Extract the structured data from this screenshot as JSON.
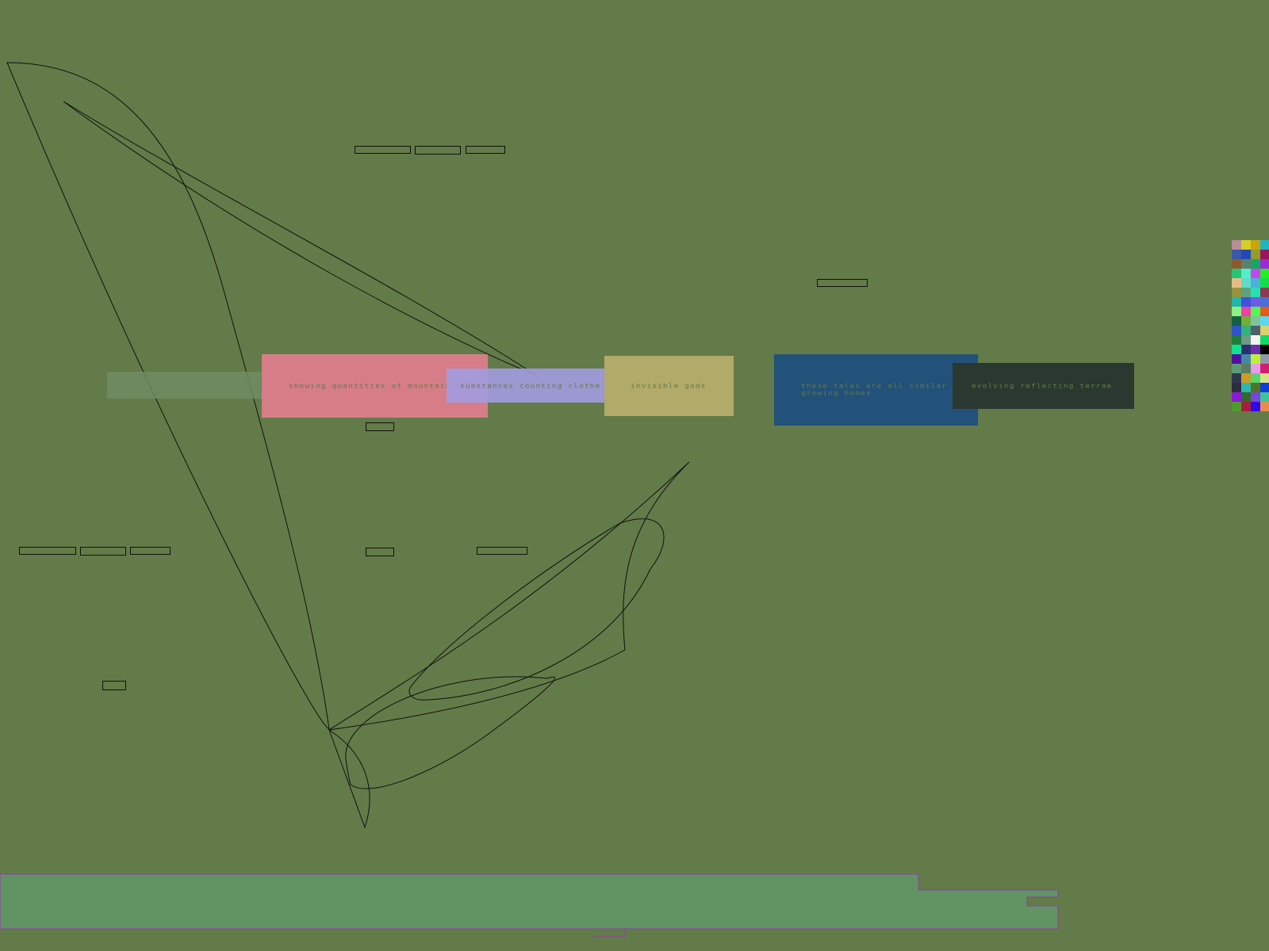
{
  "colors": {
    "background": "#637b48",
    "footer": "#629363",
    "footer_stroke": "#8f3eb0",
    "line": "#111111"
  },
  "labels": {
    "pink_text": "showing quantities of mountains",
    "violet_text": "substances counting clothe",
    "yellow_text": "invisible gods",
    "blue_text": "these tales are all similar\ngrowing bones",
    "dark_text": "evolving reflecting terrae"
  },
  "palette": [
    "#b98d9a",
    "#d6cf26",
    "#c8a40d",
    "#20b4c2",
    "#3b57a9",
    "#2448b9",
    "#939e28",
    "#9a1560",
    "#8d5b2b",
    "#5c816c",
    "#16a862",
    "#9f29d8",
    "#25c579",
    "#58ebc7",
    "#c547eb",
    "#24ef21",
    "#e4bd86",
    "#60dbc6",
    "#4bb0d9",
    "#15dc49",
    "#93953e",
    "#5ea27e",
    "#22e1b4",
    "#8a3b53",
    "#22b5a8",
    "#3f52de",
    "#6b5ce2",
    "#4a6fd6",
    "#8ff083",
    "#f141a3",
    "#4ff84f",
    "#e45a19",
    "#155f44",
    "#6fb036",
    "#7fc49d",
    "#5cd7f0",
    "#2e55c7",
    "#35b17a",
    "#4d606b",
    "#d8d36b",
    "#1f7b3b",
    "#6c9b86",
    "#f5f5f0",
    "#0eda67",
    "#10e090",
    "#2b2f72",
    "#6c2db1",
    "#000000",
    "#4c119d",
    "#4389a4",
    "#bff037",
    "#9099a9",
    "#5e9a77",
    "#5c7d5f",
    "#e69dea",
    "#d01f6f",
    "#2e3751",
    "#cc9d23",
    "#56d66f",
    "#d9e487",
    "#2c2d3d",
    "#2db7ac",
    "#51741f",
    "#113ed9",
    "#8a1bd7",
    "#2f6b2c",
    "#7648d7",
    "#3fc497",
    "#4f9a2c",
    "#a61e3e",
    "#300ae6",
    "#e88b4c"
  ]
}
